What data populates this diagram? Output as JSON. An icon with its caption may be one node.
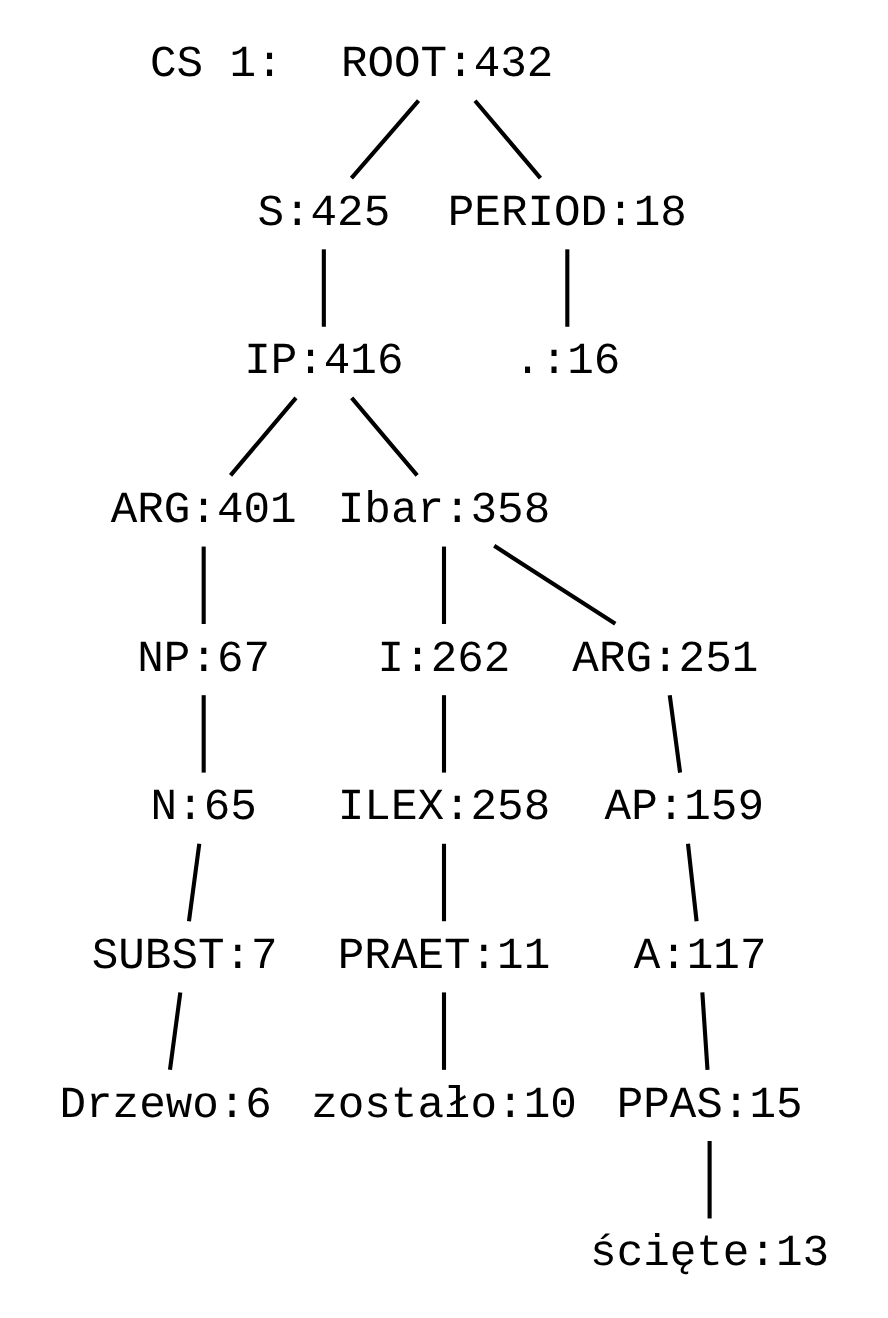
{
  "diagram": {
    "nodes": [
      {
        "text": [
          "ROOT:432"
        ]
      },
      {
        "text": [
          "S:425"
        ]
      },
      {
        "text": [
          "PERIOD:18"
        ]
      },
      {
        "text": [
          "IP:416"
        ]
      },
      {
        "text": [
          ".:16"
        ]
      },
      {
        "text": [
          "ARG:401"
        ]
      },
      {
        "text": [
          "Ibar:358"
        ]
      },
      {
        "text": [
          "NP:67"
        ]
      },
      {
        "text": [
          "I:262"
        ]
      },
      {
        "text": [
          "ARG:251"
        ]
      },
      {
        "text": [
          "N:65"
        ]
      },
      {
        "text": [
          "ILEX:258"
        ]
      },
      {
        "text": [
          "AP:159"
        ]
      },
      {
        "text": [
          "SUBST:7"
        ]
      },
      {
        "text": [
          "PRAET:11"
        ]
      },
      {
        "text": [
          "A:117"
        ]
      },
      {
        "text": [
          "Drzewo:6"
        ]
      },
      {
        "text": [
          "zostało:10"
        ]
      },
      {
        "text": [
          "PPAS:15"
        ]
      },
      {
        "text": [
          "ścięte:13"
        ]
      }
    ],
    "edges": [
      {
        "from": 0,
        "to": 1,
        "arrow": "none"
      },
      {
        "from": 0,
        "to": 2,
        "arrow": "none"
      },
      {
        "from": 1,
        "to": 3,
        "arrow": "none"
      },
      {
        "from": 2,
        "to": 4,
        "arrow": "none"
      },
      {
        "from": 3,
        "to": 5,
        "arrow": "none"
      },
      {
        "from": 3,
        "to": 6,
        "arrow": "none"
      },
      {
        "from": 5,
        "to": 7,
        "arrow": "none"
      },
      {
        "from": 6,
        "to": 8,
        "arrow": "none"
      },
      {
        "from": 6,
        "to": 9,
        "arrow": "none"
      },
      {
        "from": 7,
        "to": 10,
        "arrow": "none"
      },
      {
        "from": 8,
        "to": 11,
        "arrow": "none"
      },
      {
        "from": 9,
        "to": 12,
        "arrow": "none"
      },
      {
        "from": 10,
        "to": 13,
        "arrow": "none"
      },
      {
        "from": 11,
        "to": 14,
        "arrow": "none"
      },
      {
        "from": 12,
        "to": 15,
        "arrow": "none"
      },
      {
        "from": 13,
        "to": 16,
        "arrow": "none"
      },
      {
        "from": 14,
        "to": 17,
        "arrow": "none"
      },
      {
        "from": 15,
        "to": 18,
        "arrow": "none"
      },
      {
        "from": 18,
        "to": 19,
        "arrow": "none"
      }
    ],
    "labels": [
      "CS 1:"
    ]
  }
}
